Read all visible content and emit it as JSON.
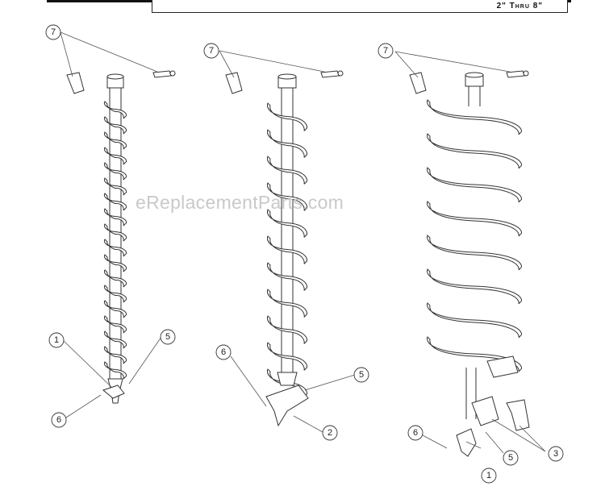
{
  "header": {
    "range_label": "2\" Thru 8\""
  },
  "watermark": "eReplacementParts.com",
  "callouts": {
    "left": {
      "c7": "7",
      "c1": "1",
      "c5": "5",
      "c6": "6"
    },
    "middle": {
      "c7": "7",
      "c6": "6",
      "c5": "5",
      "c2": "2"
    },
    "right": {
      "c7": "7",
      "c6": "6",
      "c1": "1",
      "c5": "5",
      "c3": "3"
    }
  }
}
